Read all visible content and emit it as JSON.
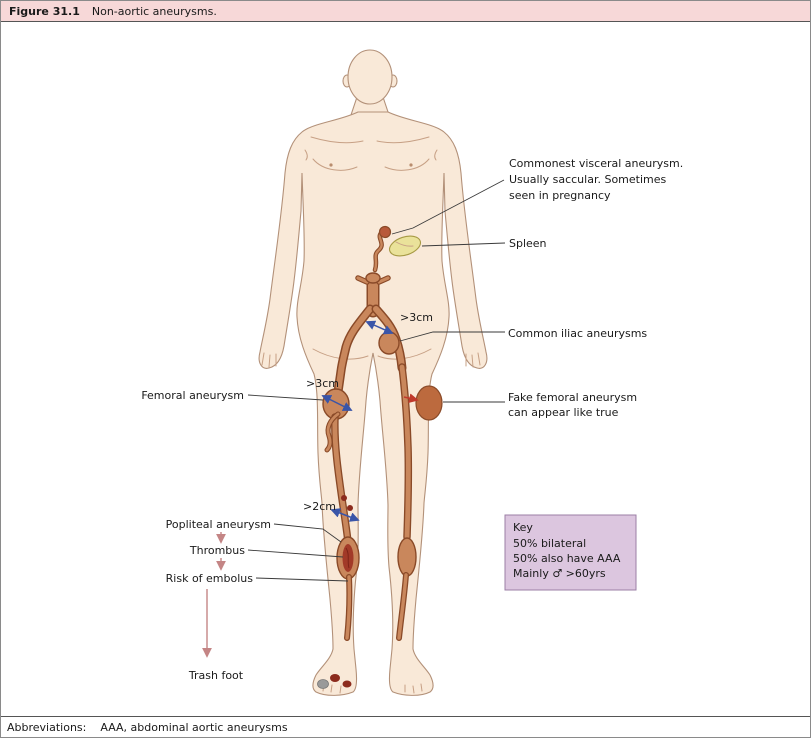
{
  "header": {
    "figure_label": "Figure 31.1",
    "figure_title": "Non-aortic aneurysms."
  },
  "footer": {
    "label": "Abbreviations:",
    "text": "AAA, abdominal aortic aneurysms"
  },
  "annotations": {
    "visceral_line1": "Commonest visceral aneurysm.",
    "visceral_line2": "Usually saccular. Sometimes",
    "visceral_line3": "seen in pregnancy",
    "spleen": "Spleen",
    "iliac_size": ">3cm",
    "common_iliac": "Common iliac aneurysms",
    "femoral_size": ">3cm",
    "femoral": "Femoral aneurysm",
    "fake_femoral_line1": "Fake femoral aneurysm",
    "fake_femoral_line2": "can appear like true",
    "popliteal_size": ">2cm",
    "popliteal": "Popliteal aneurysm",
    "thrombus": "Thrombus",
    "risk_of_embolus": "Risk of embolus",
    "trash_foot": "Trash foot"
  },
  "key_box": {
    "title": "Key",
    "line1": "50% bilateral",
    "line2": "50% also have AAA",
    "line3": "Mainly ♂ >60yrs"
  },
  "colors": {
    "header_bg": "#f7d8d8",
    "ink": "#1a1a1a",
    "skin": "#f9e9d8",
    "skin_outline": "#b39179",
    "artery": "#c9875c",
    "artery_outline": "#8a4a28",
    "thrombus": "#a23a28",
    "spleen": "#eae29a",
    "spleen_outline": "#a79a45",
    "splenic_aneurysm": "#b85a3a",
    "fake_femoral": "#bc6a3e",
    "ischemia": "#8c2b1d",
    "gray_toe": "#9a9a9a",
    "key_bg": "#dcc6df",
    "key_border": "#9b7fa6",
    "measure_arrow": "#3a55a8",
    "alert_arrow": "#c0392b",
    "flow_arrow": "#c48585",
    "leader": "#3a3a3a"
  }
}
